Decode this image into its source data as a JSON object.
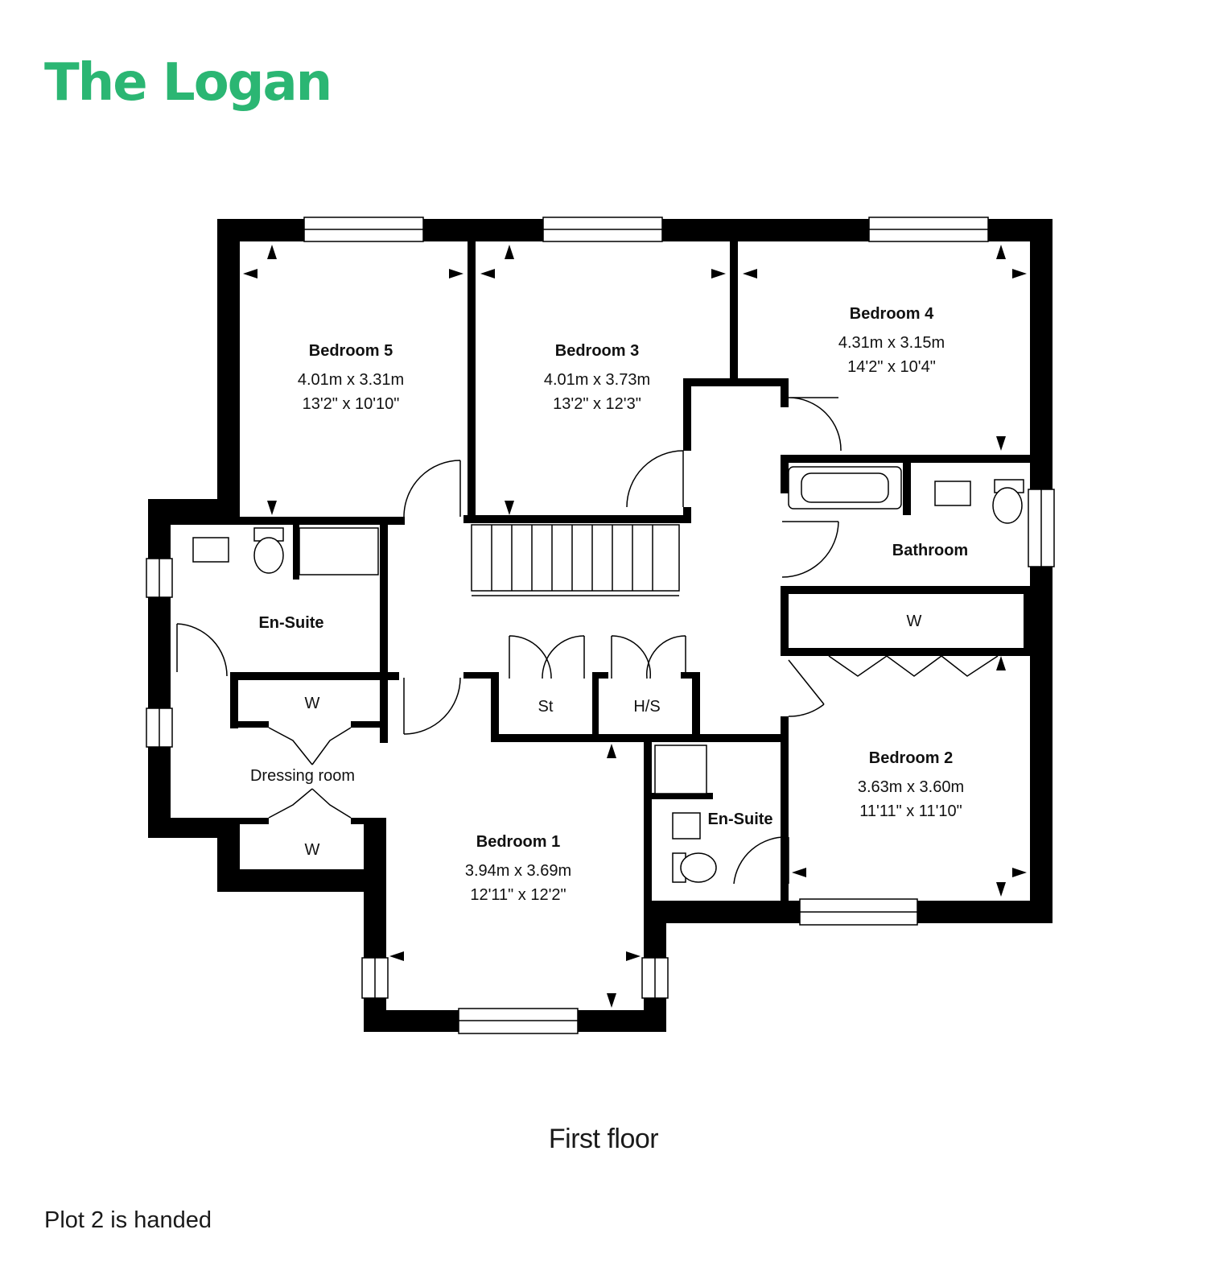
{
  "title": "The Logan",
  "floor_label": "First floor",
  "note": "Plot 2 is handed",
  "colors": {
    "brand": "#2bb673",
    "wall": "#000000"
  },
  "rooms": {
    "bedroom5": {
      "name": "Bedroom 5",
      "metric": "4.01m x 3.31m",
      "imperial": "13'2\" x 10'10\""
    },
    "bedroom3": {
      "name": "Bedroom 3",
      "metric": "4.01m x 3.73m",
      "imperial": "13'2\" x 12'3\""
    },
    "bedroom4": {
      "name": "Bedroom 4",
      "metric": "4.31m x 3.15m",
      "imperial": "14'2\" x 10'4\""
    },
    "bedroom2": {
      "name": "Bedroom 2",
      "metric": "3.63m x 3.60m",
      "imperial": "11'11\" x 11'10\""
    },
    "bedroom1": {
      "name": "Bedroom 1",
      "metric": "3.94m x 3.69m",
      "imperial": "12'11\" x 12'2\""
    },
    "ensuite_left": {
      "name": "En-Suite"
    },
    "ensuite_right": {
      "name": "En-Suite"
    },
    "bathroom": {
      "name": "Bathroom"
    },
    "dressing": {
      "name": "Dressing room"
    },
    "wardrobe": {
      "name": "W"
    },
    "store": {
      "name": "St"
    },
    "hot_store": {
      "name": "H/S"
    }
  }
}
